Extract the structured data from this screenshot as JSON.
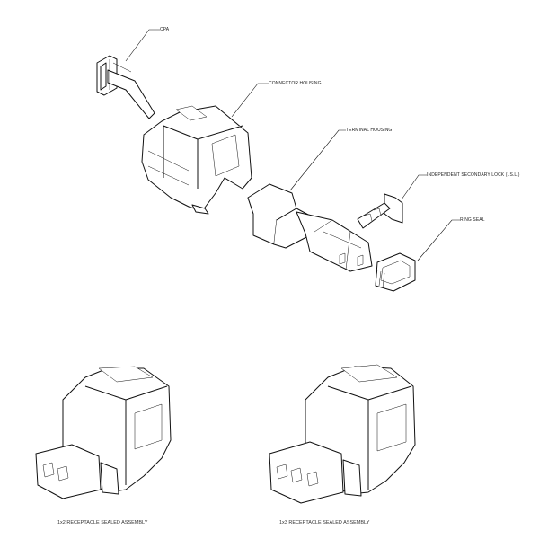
{
  "labels": {
    "cpa": "CPA",
    "connector_housing": "CONNECTOR HOUSING",
    "terminal_housing": "TERMINAL HOUSING",
    "isl": "INDEPENDENT SECONDARY LOCK (I.S.L.)",
    "ring_seal": "RING SEAL"
  },
  "captions": {
    "assembly_1x2": "1x2 RECEPTACLE SEALED ASSEMBLY",
    "assembly_1x3": "1x3 RECEPTACLE SEALED ASSEMBLY"
  }
}
